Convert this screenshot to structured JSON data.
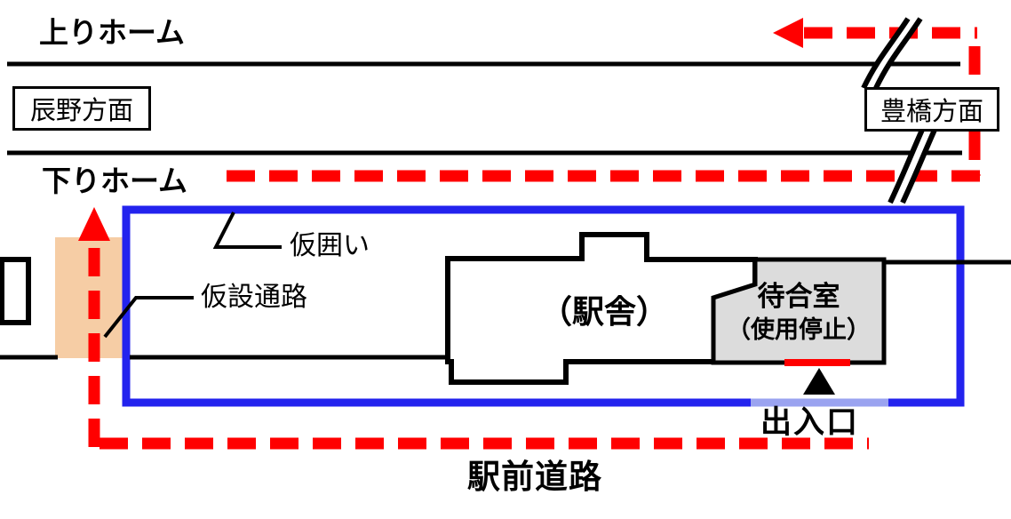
{
  "diagram": {
    "labels": {
      "up_platform": "上りホーム",
      "down_platform": "下りホーム",
      "tatsuno_direction": "辰野方面",
      "toyohashi_direction": "豊橋方面",
      "temporary_fence": "仮囲い",
      "temporary_passage": "仮設通路",
      "station_building": "（駅舎）",
      "waiting_room": "待合室",
      "waiting_room_status": "（使用停止）",
      "entrance": "出入口",
      "station_front_road": "駅前道路"
    },
    "colors": {
      "route_red": "#ff0000",
      "fence_blue": "#2323ee",
      "entrance_open_blue": "#9aa3f0",
      "passage_orange": "#f6cda5",
      "waiting_room_fill": "#dcdcdc",
      "line_black": "#000000",
      "background": "#ffffff"
    }
  }
}
